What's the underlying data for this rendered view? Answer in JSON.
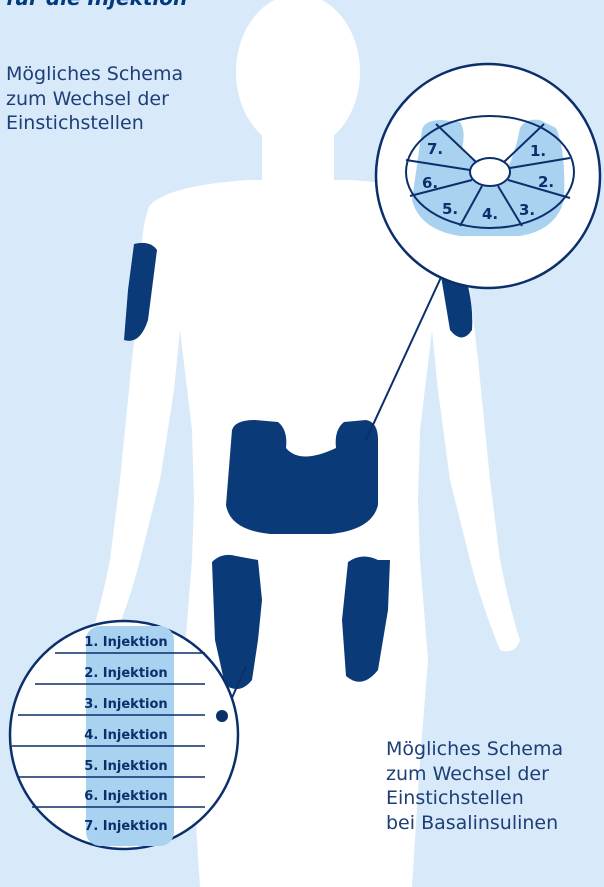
{
  "heading": "für die Injektion",
  "captions": {
    "top": [
      "Mögliches Schema",
      "zum Wechsel der",
      "Einstichstellen"
    ],
    "bottom": [
      "Mögliches Schema",
      "zum Wechsel der",
      "Einstichstellen",
      "bei Basalinsulinen"
    ]
  },
  "abdomen_zones": [
    "1.",
    "2.",
    "3.",
    "4.",
    "5.",
    "6.",
    "7."
  ],
  "thigh_injections": [
    "1. Injektion",
    "2. Injektion",
    "3. Injektion",
    "4. Injektion",
    "5. Injektion",
    "6. Injektion",
    "7. Injektion"
  ],
  "colors": {
    "background": "#d8eaf9",
    "body": "#ffffff",
    "injection_area": "#0b3a78",
    "highlight": "#a9d1f0",
    "text": "#1d3f78"
  }
}
